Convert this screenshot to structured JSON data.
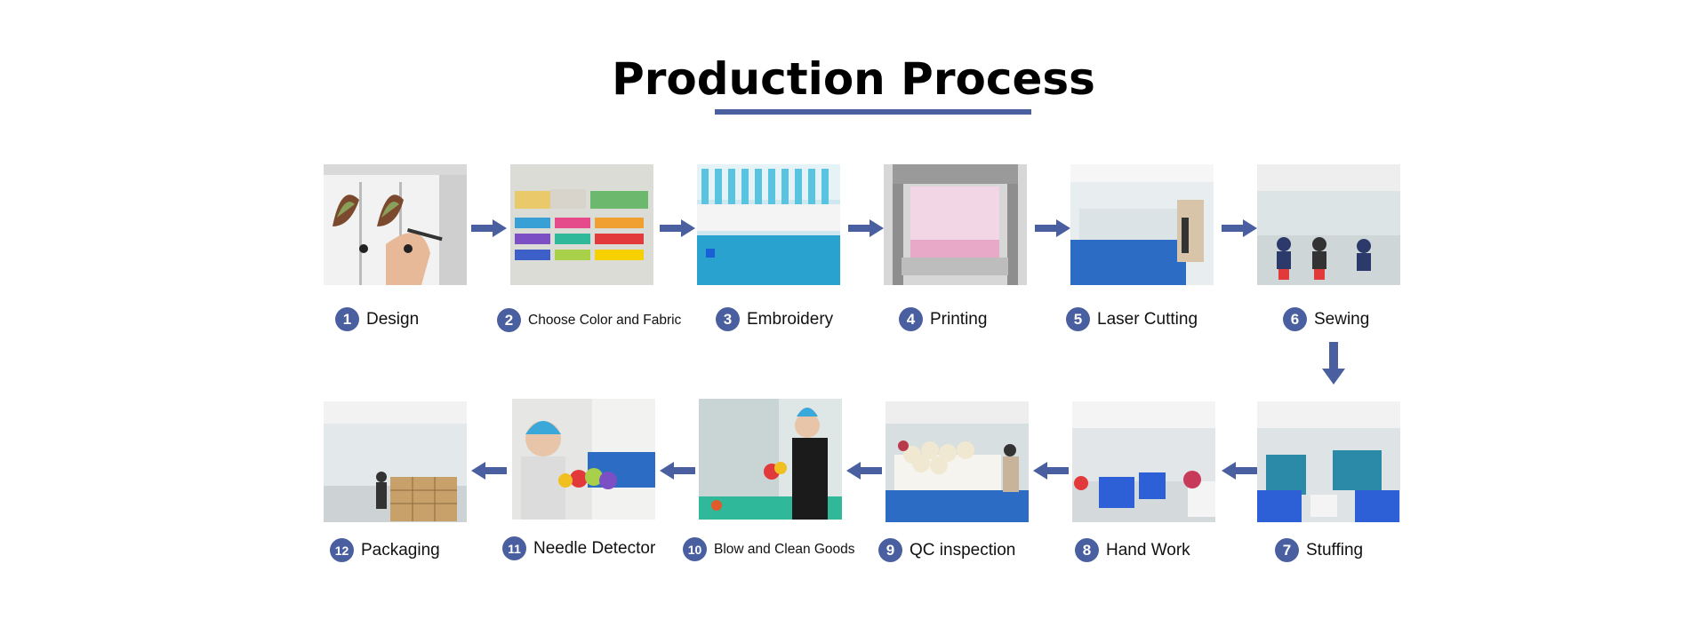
{
  "title": "Production Process",
  "colors": {
    "accent": "#4a5fa0"
  },
  "steps": [
    {
      "num": "1",
      "label": "Design"
    },
    {
      "num": "2",
      "label": "Choose Color and Fabric"
    },
    {
      "num": "3",
      "label": "Embroidery"
    },
    {
      "num": "4",
      "label": "Printing"
    },
    {
      "num": "5",
      "label": "Laser Cutting"
    },
    {
      "num": "6",
      "label": "Sewing"
    },
    {
      "num": "7",
      "label": "Stuffing"
    },
    {
      "num": "8",
      "label": "Hand Work"
    },
    {
      "num": "9",
      "label": "QC inspection"
    },
    {
      "num": "10",
      "label": "Blow and Clean Goods"
    },
    {
      "num": "11",
      "label": "Needle Detector"
    },
    {
      "num": "12",
      "label": "Packaging"
    }
  ]
}
